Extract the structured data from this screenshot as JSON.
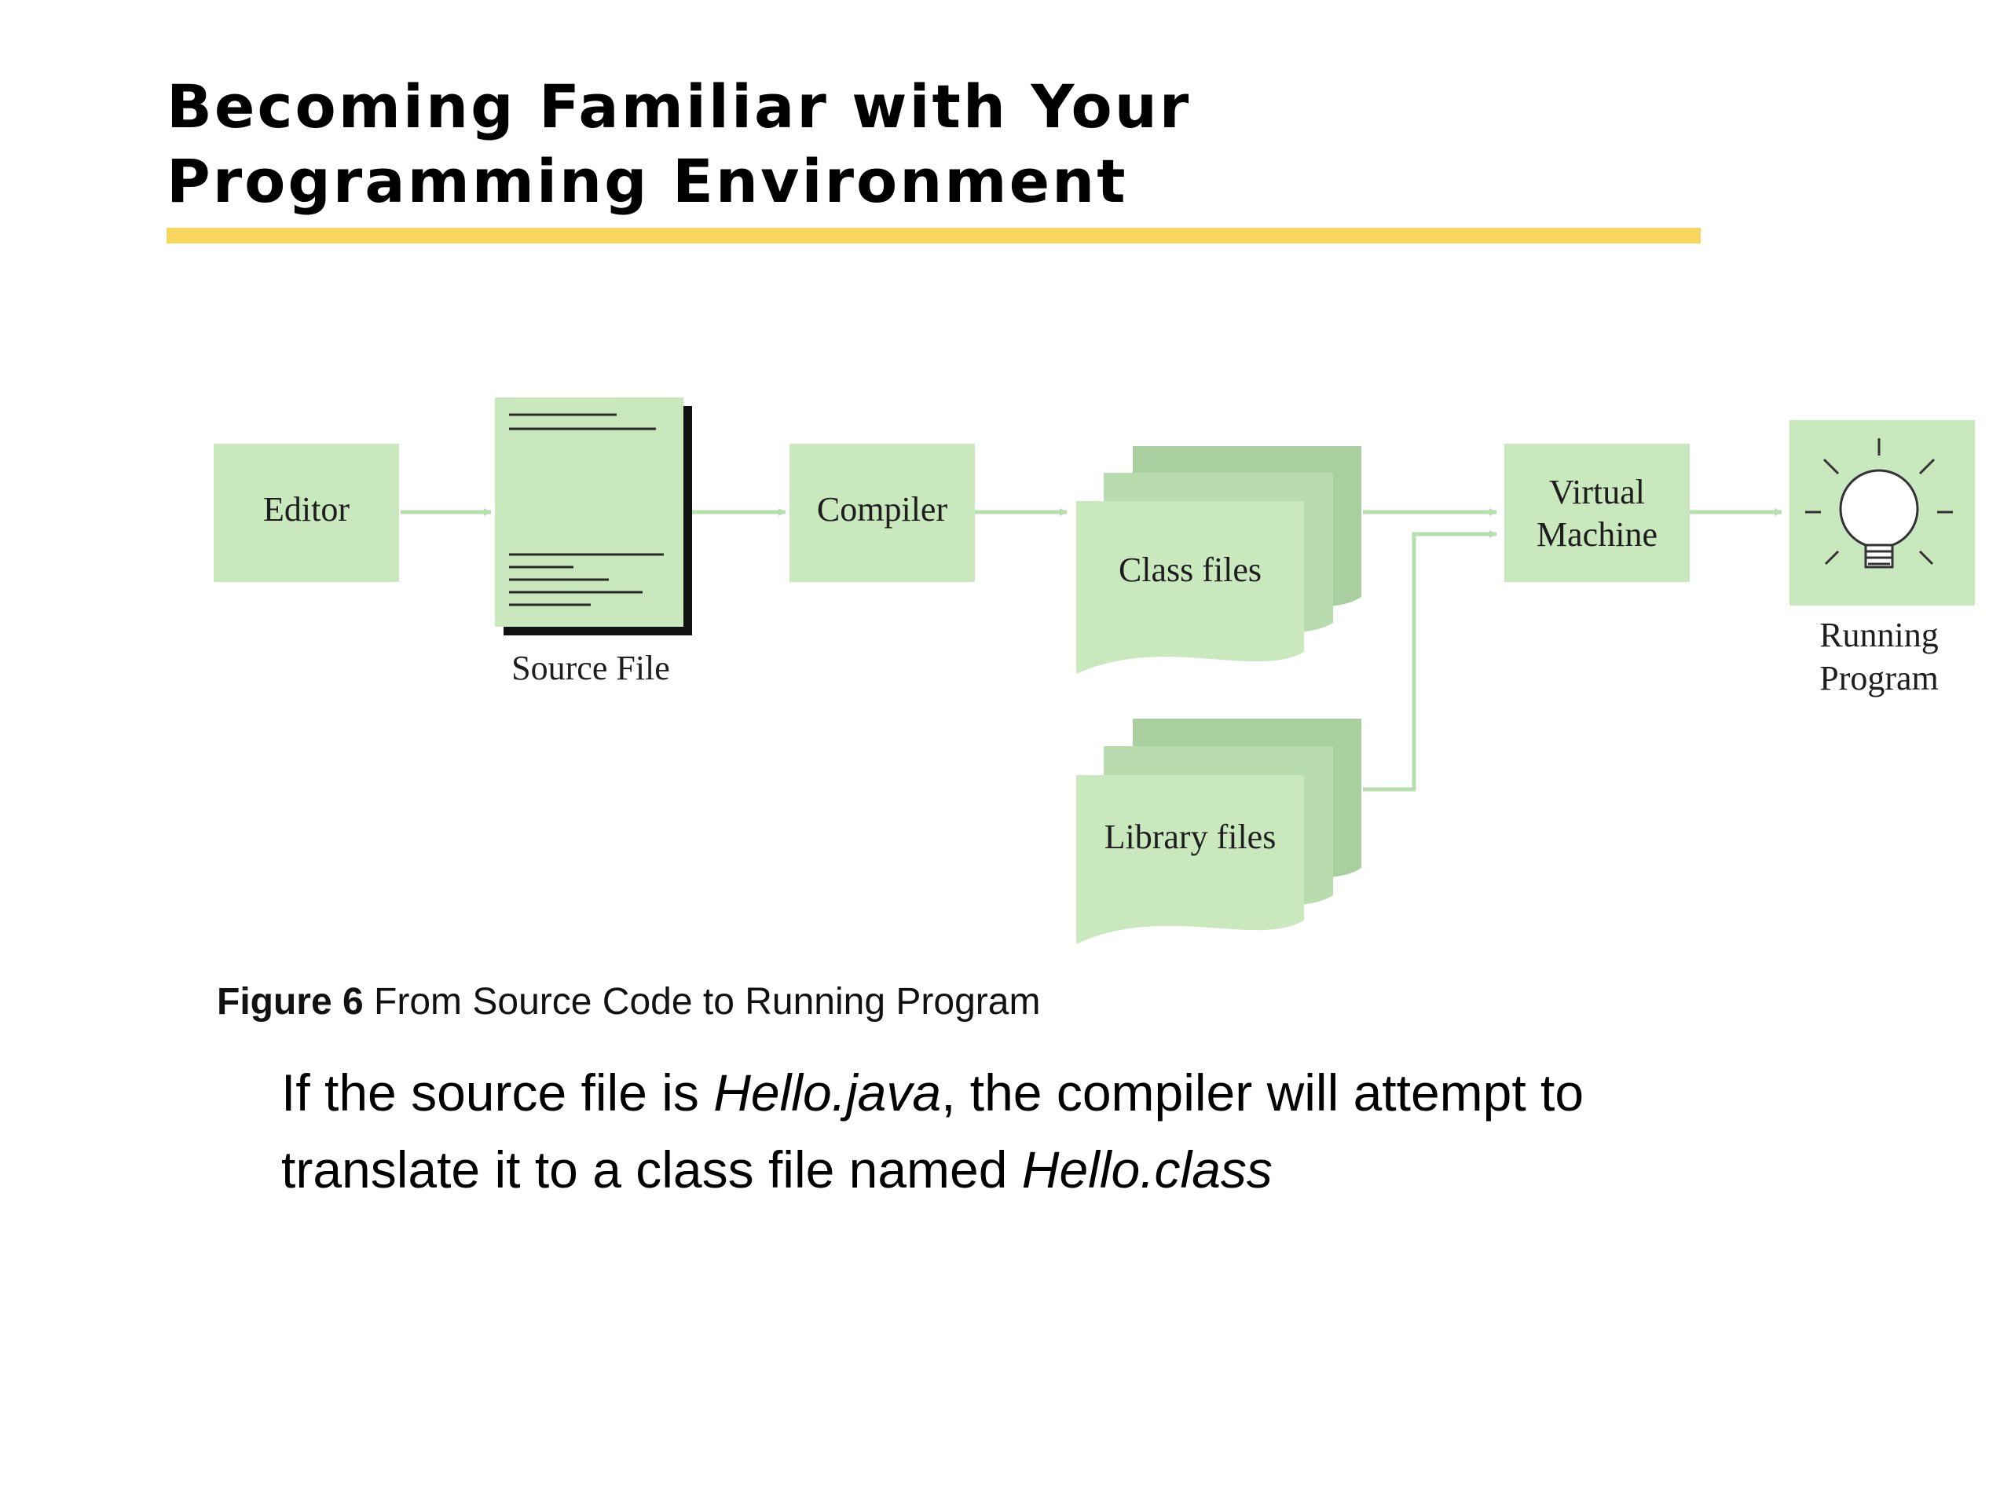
{
  "slide": {
    "title": "Becoming Familiar with Your Programming Environment"
  },
  "diagram": {
    "nodes": {
      "editor": "Editor",
      "source_file": "Source File",
      "compiler": "Compiler",
      "class_files": "Class files",
      "library_files": "Library files",
      "virtual_machine_line1": "Virtual",
      "virtual_machine_line2": "Machine",
      "running_program_line1": "Running",
      "running_program_line2": "Program"
    },
    "colors": {
      "box_fill": "#c9e8bd",
      "box_shadow": "#a9cf9f",
      "arrow": "#b7dfae",
      "doc_border": "#111111",
      "title_rule": "#f9d75f"
    }
  },
  "caption": {
    "label": "Figure 6",
    "text": " From Source Code to Running Program"
  },
  "body": {
    "line1_pre": "If the source file is ",
    "line1_italic": "Hello.java",
    "line1_post": ", the compiler will attempt to",
    "line2_pre": "translate it to a class file named ",
    "line2_italic": "Hello.class"
  }
}
